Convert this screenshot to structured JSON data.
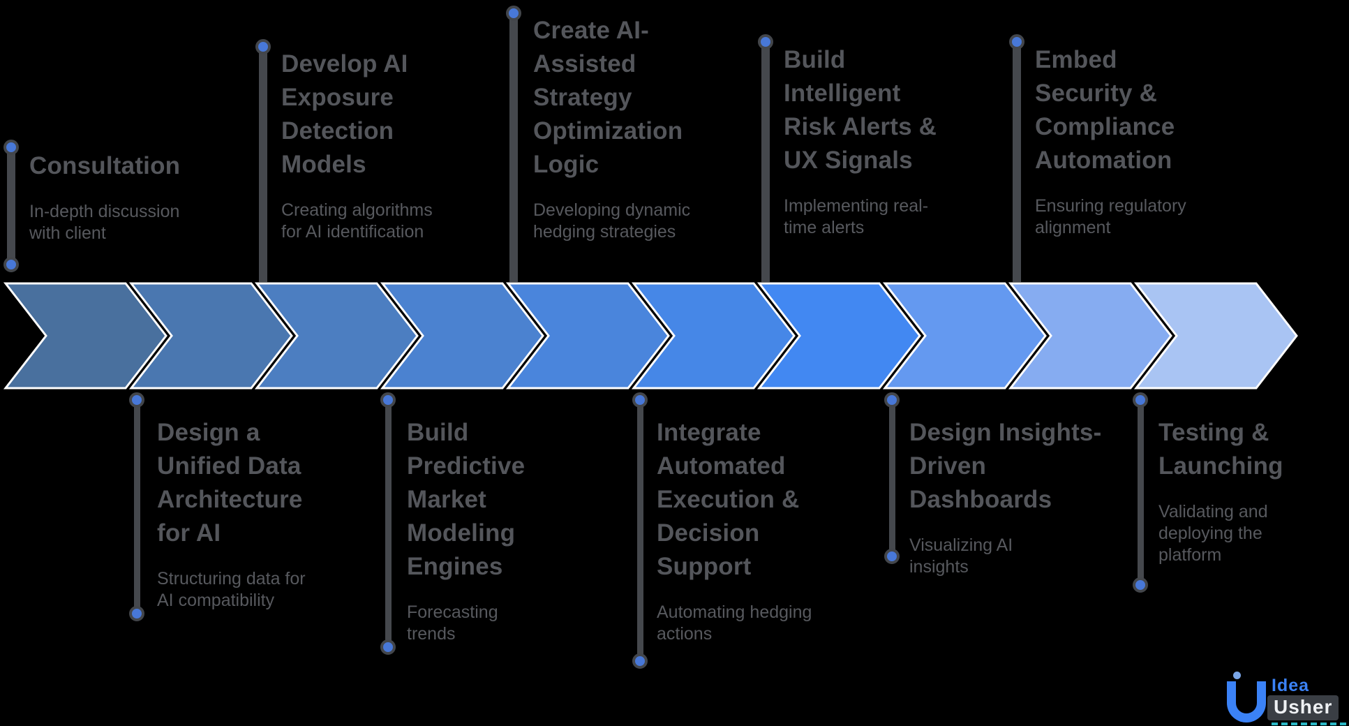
{
  "background": "#000000",
  "palette": {
    "line": "#45484d",
    "dot": "#4878d8",
    "dot_ring": "#43464b",
    "title_text": "#54565b",
    "subtitle_text": "#57595e"
  },
  "steps_top": [
    {
      "title": "Consultation",
      "subtitle": "In-depth discussion with client"
    },
    {
      "title": "Develop AI Exposure Detection Models",
      "subtitle": "Creating algorithms for AI identification"
    },
    {
      "title": "Create AI-Assisted Strategy Optimization Logic",
      "subtitle": "Developing dynamic hedging strategies"
    },
    {
      "title": "Build Intelligent Risk Alerts & UX Signals",
      "subtitle": "Implementing real-time alerts"
    },
    {
      "title": "Embed Security & Compliance Automation",
      "subtitle": "Ensuring regulatory alignment"
    }
  ],
  "steps_bottom": [
    {
      "title": "Design a Unified Data Architecture for AI",
      "subtitle": "Structuring data for AI compatibility"
    },
    {
      "title": "Build Predictive Market Modeling Engines",
      "subtitle": "Forecasting trends"
    },
    {
      "title": "Integrate Automated Execution & Decision Support",
      "subtitle": "Automating hedging actions"
    },
    {
      "title": "Design Insights-Driven Dashboards",
      "subtitle": "Visualizing AI insights"
    },
    {
      "title": "Testing & Launching",
      "subtitle": "Validating and deploying the platform"
    }
  ],
  "chevrons": {
    "outline": "#ffffff",
    "colors": [
      "#49709e",
      "#4a77b0",
      "#4c7ec1",
      "#4b82d0",
      "#4a85dc",
      "#4687e7",
      "#4288f2",
      "#6499f0",
      "#86acf1",
      "#a9c4f3"
    ]
  },
  "logo": {
    "idea": "Idea",
    "usher": "Usher",
    "accent": "#3b82f6",
    "teal": "#2ab8c6"
  }
}
